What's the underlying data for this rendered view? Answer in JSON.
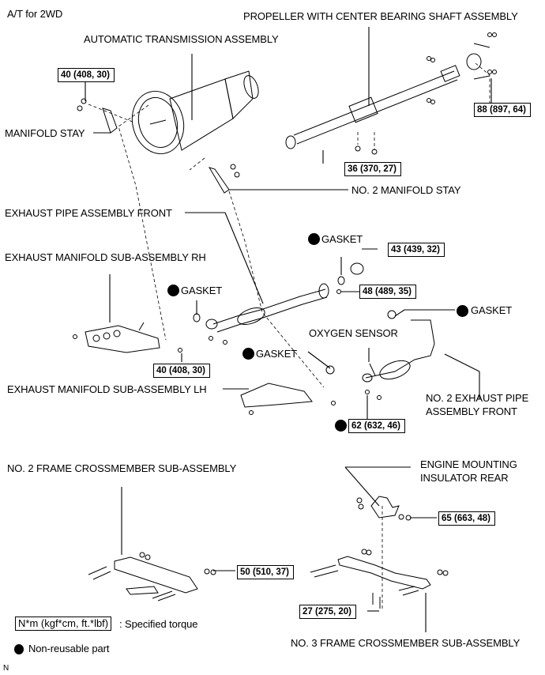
{
  "diagram": {
    "title": "A/T for 2WD",
    "footer_mark": "N",
    "parts": {
      "automatic_transmission": "AUTOMATIC TRANSMISSION ASSEMBLY",
      "propeller_shaft": "PROPELLER WITH CENTER BEARING SHAFT ASSEMBLY",
      "manifold_stay": "MANIFOLD STAY",
      "no2_manifold_stay": "NO. 2 MANIFOLD STAY",
      "exhaust_pipe_front": "EXHAUST PIPE ASSEMBLY FRONT",
      "exhaust_manifold_rh": "EXHAUST MANIFOLD SUB-ASSEMBLY RH",
      "exhaust_manifold_lh": "EXHAUST MANIFOLD SUB-ASSEMBLY LH",
      "oxygen_sensor": "OXYGEN SENSOR",
      "no2_exhaust_pipe_line1": "NO. 2 EXHAUST PIPE",
      "no2_exhaust_pipe_line2": "ASSEMBLY FRONT",
      "no2_frame_crossmember": "NO. 2 FRAME CROSSMEMBER SUB-ASSEMBLY",
      "engine_mount_line1": "ENGINE MOUNTING",
      "engine_mount_line2": "INSULATOR REAR",
      "no3_frame_crossmember": "NO. 3 FRAME CROSSMEMBER SUB-ASSEMBLY"
    },
    "gaskets": [
      "GASKET",
      "GASKET",
      "GASKET",
      "GASKET"
    ],
    "torques": {
      "manifold_stay": "40 (408, 30)",
      "propeller_flange": "88 (897, 64)",
      "center_bearing": "36 (370, 27)",
      "exhaust_flange_bolt": "43 (439, 32)",
      "exhaust_flange_nut": "48 (489, 35)",
      "manifold_rh_nut": "40 (408, 30)",
      "manifold_lh_nut": "62 (632, 46)",
      "no2_crossmember": "50 (510, 37)",
      "engine_mount": "65 (663, 48)",
      "no3_crossmember": "27 (275, 20)"
    },
    "legend": {
      "torque_unit": "N*m (kgf*cm, ft.*lbf)",
      "torque_desc": ": Specified torque",
      "nonreusable_desc": "Non-reusable part"
    }
  }
}
